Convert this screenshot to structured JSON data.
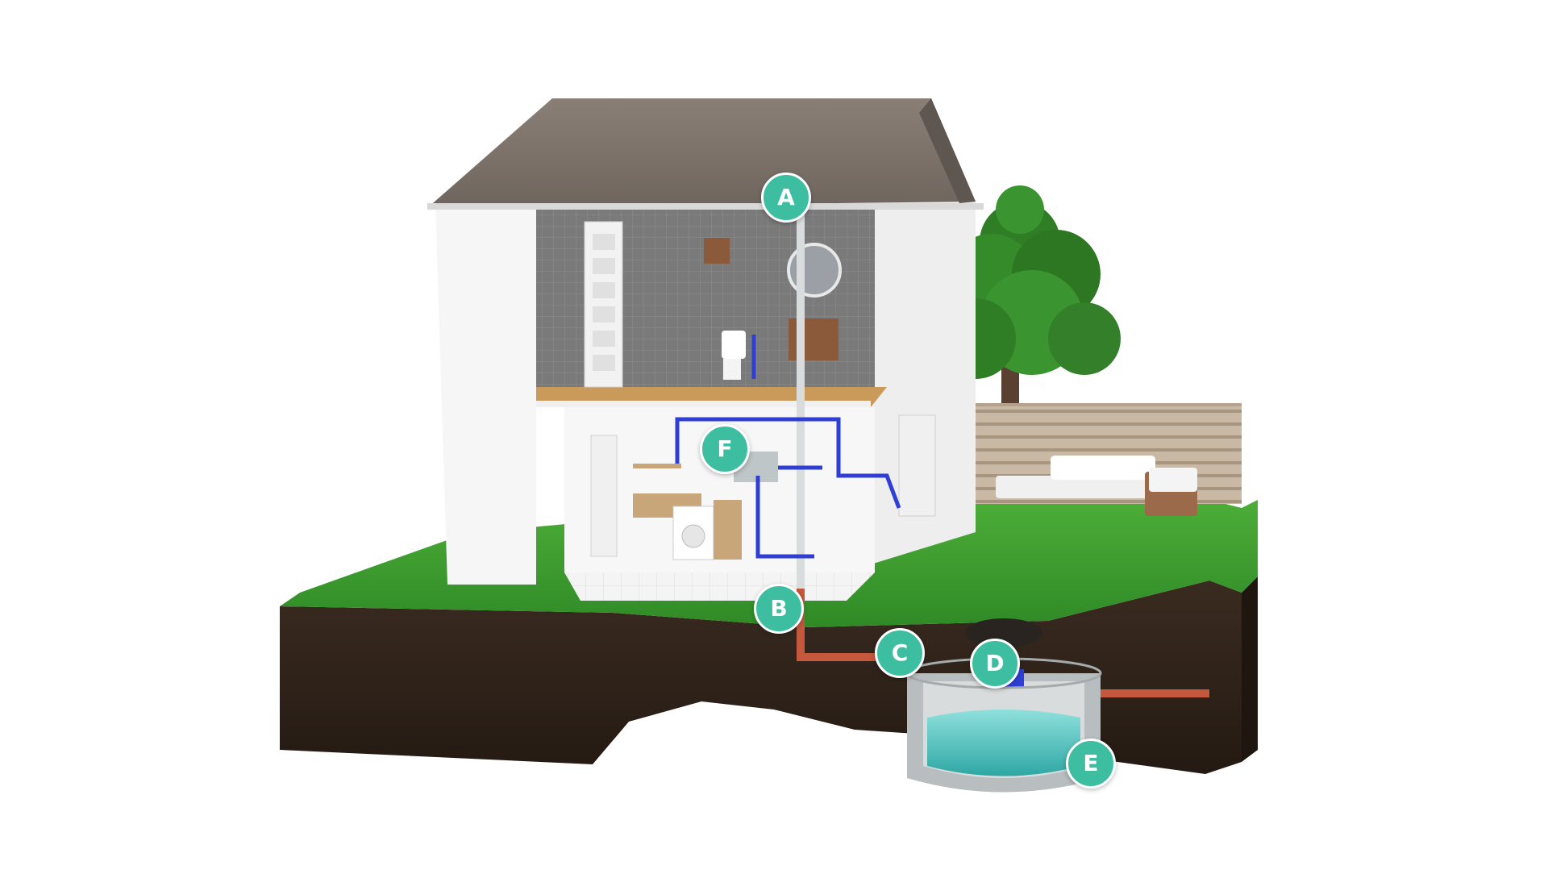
{
  "diagram": {
    "markers": [
      {
        "id": "a",
        "label": "A"
      },
      {
        "id": "b",
        "label": "B"
      },
      {
        "id": "c",
        "label": "C"
      },
      {
        "id": "d",
        "label": "D"
      },
      {
        "id": "e",
        "label": "E"
      },
      {
        "id": "f",
        "label": "F"
      }
    ]
  },
  "colors": {
    "marker": "#3dbea0",
    "pipe_blue": "#2f3fd6",
    "pipe_red": "#c4573c",
    "grass": "#3a9a2e",
    "soil": "#2e221a",
    "water": "#4fc6c1"
  },
  "icons": [
    "house-icon",
    "tree-icon",
    "fence-icon",
    "sofa-icon",
    "tank-icon",
    "toilet-icon",
    "washing-machine-icon"
  ]
}
